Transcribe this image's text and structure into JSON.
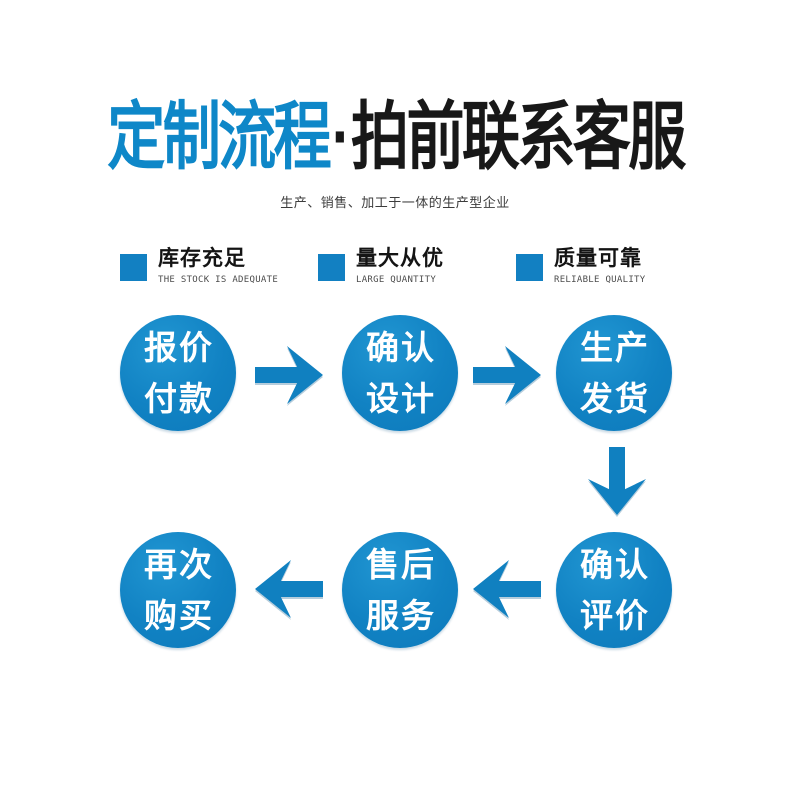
{
  "header": {
    "title_blue": "定制流程",
    "title_separator": "·",
    "title_black": "拍前联系客服",
    "subtitle": "生产、销售、加工于一体的生产型企业"
  },
  "features": [
    {
      "zh": "库存充足",
      "en": "THE STOCK IS ADEQUATE"
    },
    {
      "zh": "量大从优",
      "en": "LARGE QUANTITY"
    },
    {
      "zh": "质量可靠",
      "en": "RELIABLE QUALITY"
    }
  ],
  "flow": {
    "row1": [
      {
        "line1": "报价",
        "line2": "付款"
      },
      {
        "line1": "确认",
        "line2": "设计"
      },
      {
        "line1": "生产",
        "line2": "发货"
      }
    ],
    "row2": [
      {
        "line1": "再次",
        "line2": "购买"
      },
      {
        "line1": "售后",
        "line2": "服务"
      },
      {
        "line1": "确认",
        "line2": "评价"
      }
    ]
  },
  "icons": {
    "forward": "arrow-right-icon",
    "down": "arrow-down-icon",
    "back": "arrow-left-icon",
    "bullet": "feature-bullet-square"
  },
  "colors": {
    "title_blue": "#0e87c8",
    "title_black": "#181818",
    "circle_blue": "#1182c3",
    "square_blue": "#1280c2",
    "arrow_blue": "#1080c0",
    "background": "#ffffff",
    "circle_text": "#ffffff"
  }
}
